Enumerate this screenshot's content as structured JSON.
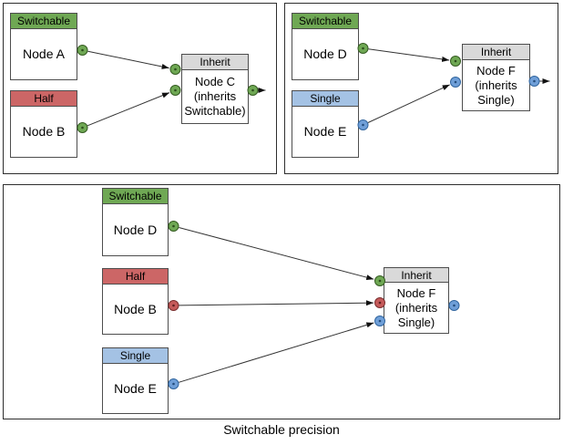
{
  "caption": "Switchable precision",
  "colors": {
    "switchable_green": "#6fa854",
    "half_red": "#cc6666",
    "single_blue": "#a4c2e4",
    "inherit_gray": "#d9d9d9",
    "port_green": "#6fa854",
    "port_red": "#c55a5a",
    "port_blue": "#6f9fd8",
    "node_border": "#4d4d4d",
    "panel_border": "#2e2e2e",
    "edge": "#333333"
  },
  "panels": [
    {
      "id": "top-left",
      "nodes": [
        {
          "header": "Switchable",
          "body": "Node A",
          "type": "switchable"
        },
        {
          "header": "Half",
          "body": "Node B",
          "type": "half"
        },
        {
          "header": "Inherit",
          "body": "Node C\n(inherits\nSwitchable)",
          "type": "inherit"
        }
      ]
    },
    {
      "id": "top-right",
      "nodes": [
        {
          "header": "Switchable",
          "body": "Node D",
          "type": "switchable"
        },
        {
          "header": "Single",
          "body": "Node E",
          "type": "single"
        },
        {
          "header": "Inherit",
          "body": "Node F\n(inherits\nSingle)",
          "type": "inherit"
        }
      ]
    },
    {
      "id": "bottom",
      "nodes": [
        {
          "header": "Switchable",
          "body": "Node D",
          "type": "switchable"
        },
        {
          "header": "Half",
          "body": "Node B",
          "type": "half"
        },
        {
          "header": "Single",
          "body": "Node E",
          "type": "single"
        },
        {
          "header": "Inherit",
          "body": "Node F\n(inherits\nSingle)",
          "type": "inherit"
        }
      ]
    }
  ]
}
